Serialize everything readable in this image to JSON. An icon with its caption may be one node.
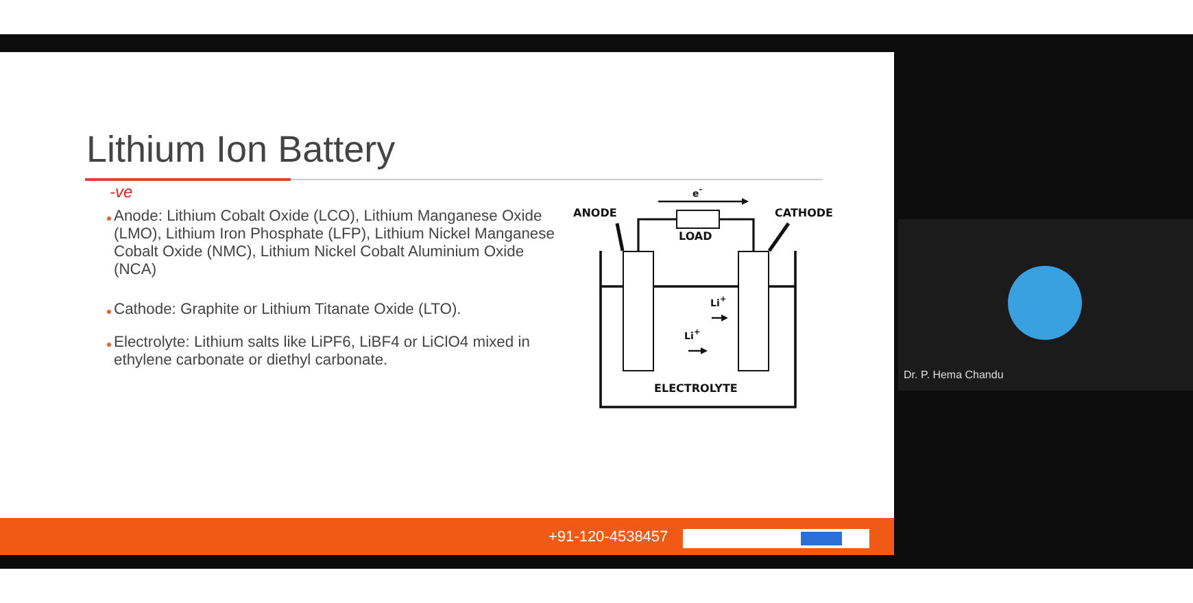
{
  "diagram": {
    "title": "Lithium Ion Battery",
    "nodes": [
      {
        "text": [
          "ANODE"
        ]
      },
      {
        "text": [
          "CATHODE"
        ]
      },
      {
        "text": [],
        "shape": "box",
        "in": 5
      },
      {
        "text": [],
        "shape": "box",
        "beside": [
          "LOAD"
        ]
      },
      {
        "text": [],
        "shape": "box",
        "in": 5
      },
      {
        "text": [
          "ELECTROLYTE"
        ]
      }
    ],
    "edges": [
      {
        "from": 0,
        "to": 2,
        "arrow": "none"
      },
      {
        "from": 1,
        "to": 4,
        "arrow": "none"
      },
      {
        "from": 2,
        "to": 3,
        "arrow": "none"
      },
      {
        "from": 3,
        "to": 4,
        "arrow": "none"
      }
    ],
    "labels": [
      "-ve",
      "Anode: Lithium Cobalt Oxide (LCO), Lithium Manganese Oxide (LMO), Lithium Iron Phosphate (LFP), Lithium Nickel Manganese Cobalt Oxide (NMC), Lithium Nickel Cobalt Aluminium Oxide (NCA)",
      "Cathode: Graphite or Lithium Titanate Oxide (LTO).",
      "Electrolyte: Lithium salts like LiPF6, LiBF4 or LiClO4 mixed in ethylene carbonate or diethyl carbonate.",
      "e$^{-}$",
      "Li$^{+}$",
      "Li$^{+}$",
      "+91-120-4538457",
      "Dr. P. Hema Chandu"
    ]
  }
}
